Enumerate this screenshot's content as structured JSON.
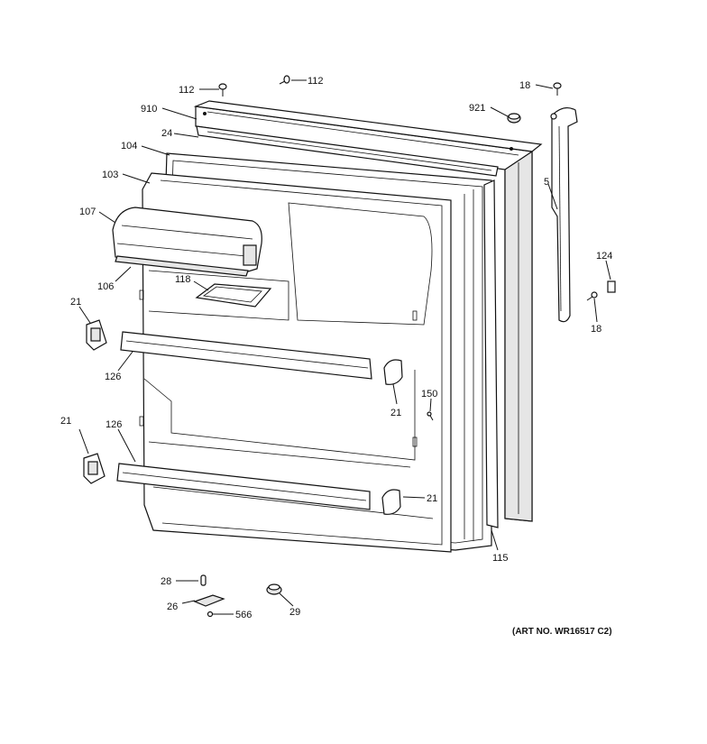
{
  "callouts": {
    "c112a": "112",
    "c112b": "112",
    "c18a": "18",
    "c18b": "18",
    "c910": "910",
    "c921": "921",
    "c24": "24",
    "c104": "104",
    "c103": "103",
    "c5": "5",
    "c107": "107",
    "c124": "124",
    "c106": "106",
    "c118": "118",
    "c21a": "21",
    "c21b": "21",
    "c21c": "21",
    "c21d": "21",
    "c126a": "126",
    "c126b": "126",
    "c150": "150",
    "c115": "115",
    "c28": "28",
    "c26": "26",
    "c566": "566",
    "c29": "29"
  },
  "art_number": "(ART NO. WR16517 C2)"
}
